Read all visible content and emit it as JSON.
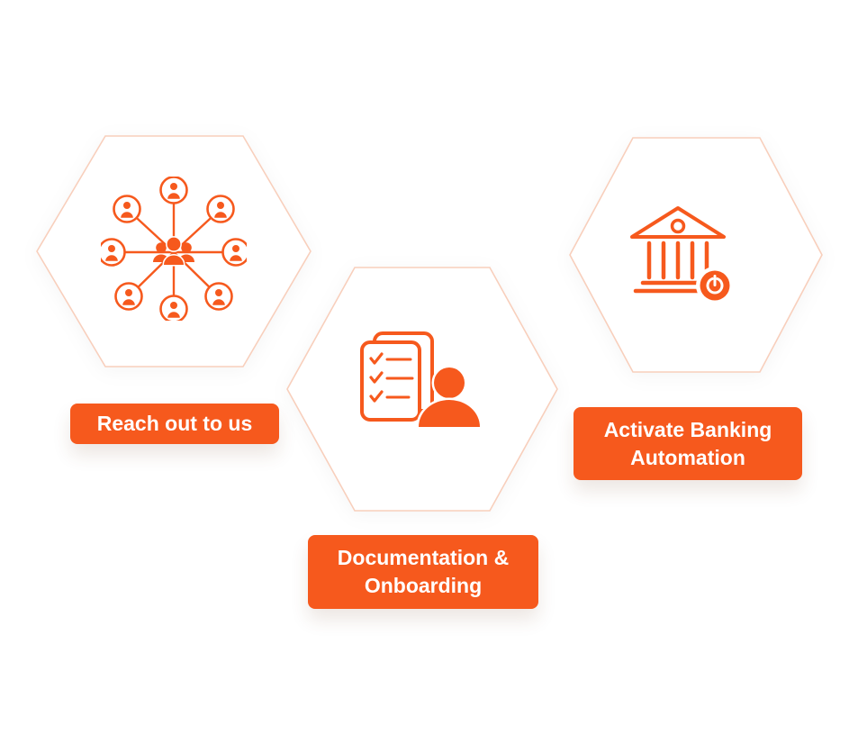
{
  "diagram": {
    "steps": [
      {
        "id": 1,
        "label": "Reach out to us",
        "icon": "people-network-icon"
      },
      {
        "id": 2,
        "label": "Documentation & Onboarding",
        "icon": "documents-checklist-icon"
      },
      {
        "id": 3,
        "label": "Activate Banking Automation",
        "icon": "bank-power-icon"
      }
    ]
  },
  "colors": {
    "accent": "#F6591D",
    "label_bg": "#F6591D",
    "label_text": "#FFFFFF",
    "hex_border": "#F8CFBC",
    "hex_fill": "#FFFFFF",
    "page_bg": "#FFFFFF"
  }
}
